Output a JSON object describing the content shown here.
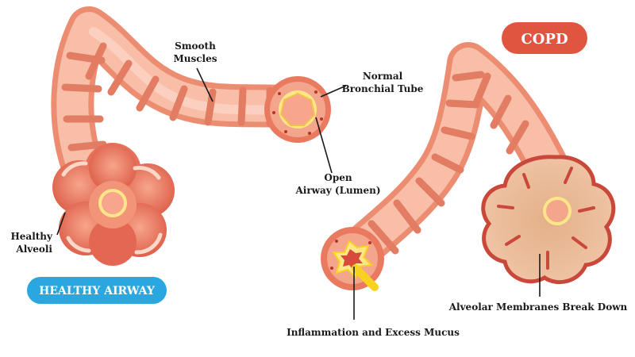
{
  "badges": {
    "healthy": "HEALTHY AIRWAY",
    "copd": "COPD"
  },
  "labels": {
    "smooth_muscles": [
      "Smooth",
      "Muscles"
    ],
    "normal_bronchial_tube": [
      "Normal",
      "Bronchial Tube"
    ],
    "open_airway": [
      "Open",
      "Airway (Lumen)"
    ],
    "healthy_alveoli": [
      "Healthy",
      "Alveoli"
    ],
    "inflammation": "Inflammation and Excess Mucus",
    "alveolar_breakdown": "Alveolar Membranes Break Down"
  },
  "colors": {
    "tube_light": "#f7b9a2",
    "tube_mid": "#f39a7d",
    "tube_ring": "#e8806a",
    "tube_dark": "#d86750",
    "alveoli_fill": "#e66e58",
    "alveoli_dark": "#c9483a",
    "lumen_yellow": "#fde68a",
    "mucus_yellow": "#f8d21e",
    "copd_alveoli": "#e9b08e",
    "healthy_badge": "#2aa7df",
    "copd_badge": "#e0553f"
  }
}
